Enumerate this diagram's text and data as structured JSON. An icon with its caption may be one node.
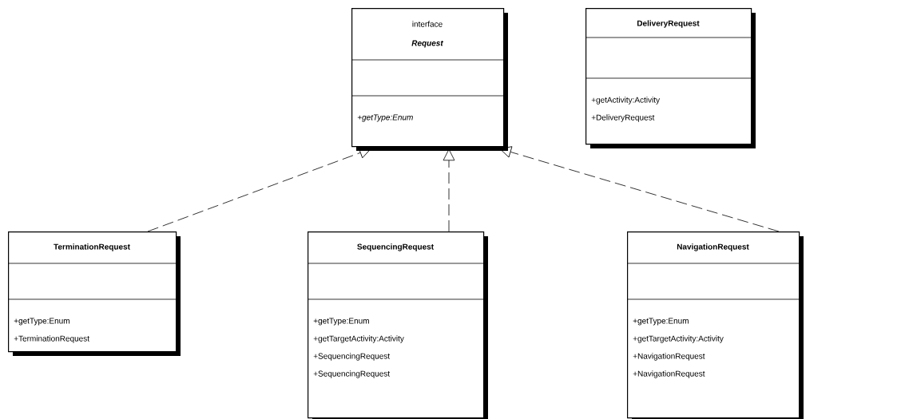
{
  "diagram": {
    "nodes": [
      {
        "text": [
          "interface",
          "Request",
          "+getType:Enum"
        ]
      },
      {
        "text": [
          "DeliveryRequest",
          "+getActivity:Activity",
          "+DeliveryRequest"
        ]
      },
      {
        "text": [
          "TerminationRequest",
          "+getType:Enum",
          "+TerminationRequest"
        ]
      },
      {
        "text": [
          "SequencingRequest",
          "+getType:Enum",
          "+getTargetActivity:Activity",
          "+SequencingRequest",
          "+SequencingRequest"
        ]
      },
      {
        "text": [
          "NavigationRequest",
          "+getType:Enum",
          "+getTargetActivity:Activity",
          "+NavigationRequest",
          "+NavigationRequest"
        ]
      }
    ],
    "edges": [
      {
        "from": 2,
        "to": 0,
        "arrow": "to",
        "style": "dashed"
      },
      {
        "from": 3,
        "to": 0,
        "arrow": "to",
        "style": "dashed"
      },
      {
        "from": 4,
        "to": 0,
        "arrow": "to",
        "style": "dashed"
      }
    ]
  }
}
